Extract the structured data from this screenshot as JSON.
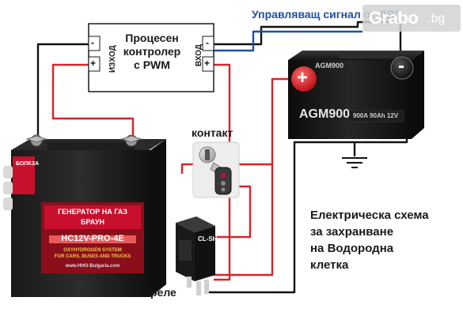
{
  "controller": {
    "title": [
      "Процесен",
      "контролер",
      "с PWM"
    ],
    "output_label": "ИЗХОД",
    "input_label": "ВХОД",
    "minus": "-",
    "plus": "+"
  },
  "signal_label": "Управляващ сигнал от ДВГ",
  "logo": {
    "main": "Grabo",
    "suffix": ".bg"
  },
  "agm_battery": {
    "brand": "AGM900",
    "small_brand": "AGM900",
    "spec": "900A  90Ah  12V",
    "plus": "+",
    "minus": "-"
  },
  "generator": {
    "label_line1": "ГЕНЕРАТОР НА ГАЗ",
    "label_line2": "БРАУН",
    "model": "HC12V-PRO-4E",
    "sub1": "OXYHYDROGEN SYSTEM",
    "sub2": "FOR CARS, BUSES AND TRUCKS",
    "site": "www.HHO-Bulgaria.com",
    "side_tag": "БОЛКЗА"
  },
  "ignition_label": "контакт",
  "relay_label": "реле",
  "relay_brand": "CL-SH",
  "caption": [
    "Електрическа схема",
    "за захранване",
    "на Водородна",
    "клетка"
  ],
  "colors": {
    "red_wire": "#d8232a",
    "black_wire": "#111111",
    "blue_wire": "#1f4fa0",
    "battery_body": "#1b1b1b",
    "battery_label": "#c8102e",
    "panel_bg": "#8a0f1a"
  }
}
